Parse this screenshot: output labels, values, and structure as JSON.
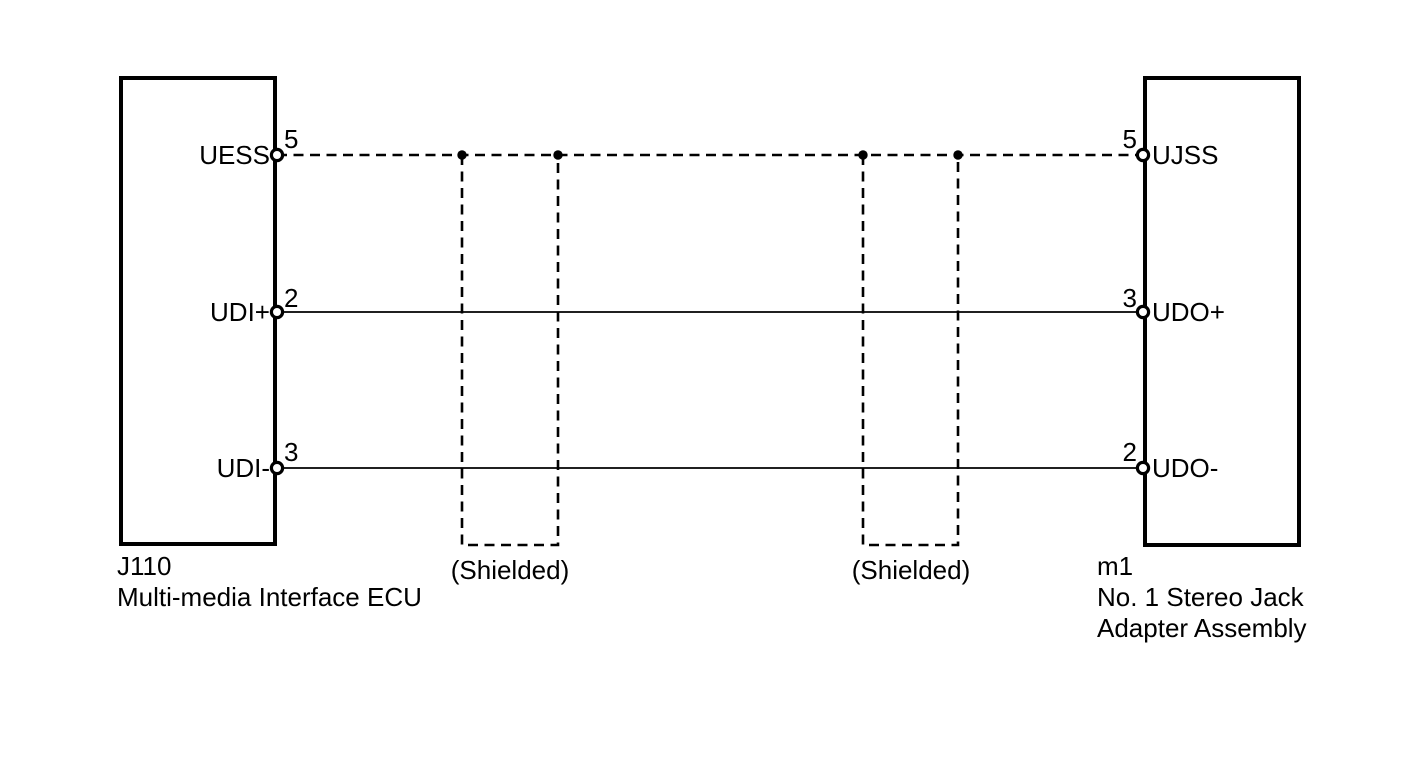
{
  "diagram": {
    "background": "#ffffff",
    "line_color": "#000000",
    "left_component": {
      "id": "J110",
      "name": "Multi-media Interface ECU",
      "pins": [
        {
          "label": "UESS",
          "number": "5"
        },
        {
          "label": "UDI+",
          "number": "2"
        },
        {
          "label": "UDI-",
          "number": "3"
        }
      ]
    },
    "right_component": {
      "id": "m1",
      "name_line1": "No. 1 Stereo Jack",
      "name_line2": "Adapter Assembly",
      "pins": [
        {
          "label": "UJSS",
          "number": "5"
        },
        {
          "label": "UDO+",
          "number": "3"
        },
        {
          "label": "UDO-",
          "number": "2"
        }
      ]
    },
    "shield_labels": [
      "(Shielded)",
      "(Shielded)"
    ],
    "connections": [
      {
        "from": "UESS",
        "from_pin": "5",
        "to": "UJSS",
        "to_pin": "5",
        "style": "dashed-shield"
      },
      {
        "from": "UDI+",
        "from_pin": "2",
        "to": "UDO+",
        "to_pin": "3",
        "style": "solid"
      },
      {
        "from": "UDI-",
        "from_pin": "3",
        "to": "UDO-",
        "to_pin": "2",
        "style": "solid"
      }
    ]
  }
}
